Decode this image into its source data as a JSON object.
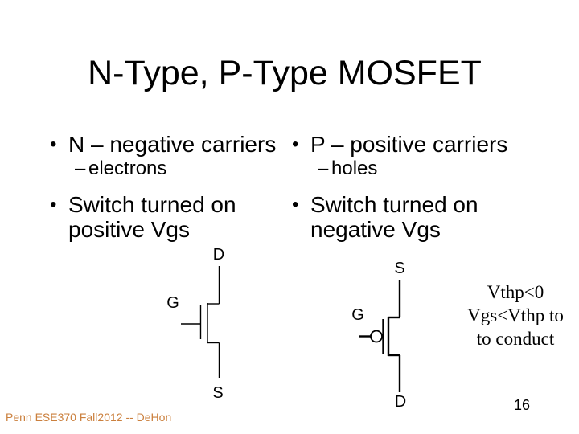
{
  "title": "N-Type, P-Type MOSFET",
  "bullets": {
    "marker": "•",
    "dash": "–",
    "left": {
      "main1": "N – negative carriers",
      "sub1": "electrons",
      "main2_line1": "Switch turned on",
      "main2_line2": "positive Vgs"
    },
    "right": {
      "main1": "P – positive carriers",
      "sub1": "holes",
      "main2_line1": "Switch turned on",
      "main2_line2": "negative Vgs"
    }
  },
  "diagrams": {
    "nmos": {
      "drain_label": "D",
      "gate_label": "G",
      "source_label": "S"
    },
    "pmos": {
      "source_label": "S",
      "gate_label": "G",
      "drain_label": "D"
    }
  },
  "note": {
    "line1": "Vthp<0",
    "line2": "Vgs<Vthp to",
    "line3": "to conduct"
  },
  "footer": {
    "text": "Penn ESE370 Fall2012 -- DeHon"
  },
  "page_number": "16",
  "colors": {
    "background": "#FFFFFF",
    "text": "#000000",
    "footer": "#CB803E"
  }
}
